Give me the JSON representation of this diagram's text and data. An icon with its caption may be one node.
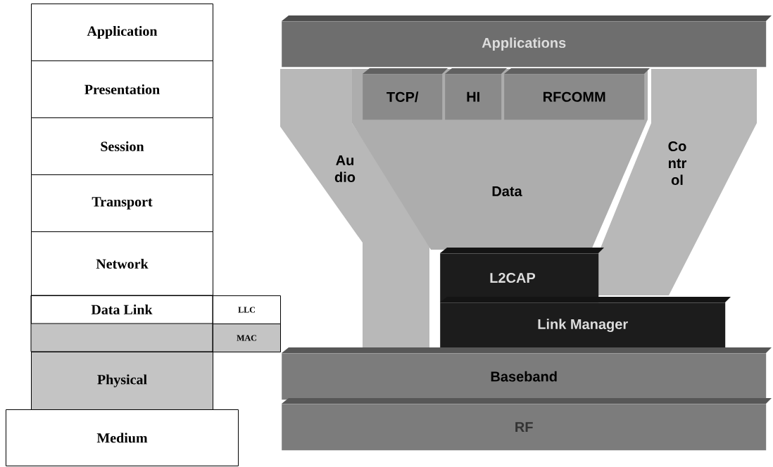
{
  "diagram": {
    "nodes": [
      {
        "text": [
          "Application"
        ]
      },
      {
        "text": [
          "Presentation"
        ]
      },
      {
        "text": [
          "Session"
        ]
      },
      {
        "text": [
          "Transport"
        ]
      },
      {
        "text": [
          "Network"
        ]
      },
      {
        "text": [
          "Data Link"
        ]
      },
      {
        "text": [
          "LLC"
        ]
      },
      {
        "text": [
          "MAC"
        ]
      },
      {
        "text": [
          "Physical"
        ]
      },
      {
        "text": [
          "Medium"
        ]
      },
      {
        "text": [
          "Applications"
        ]
      },
      {
        "text": [
          "TCP/"
        ],
        "in": 15
      },
      {
        "text": [
          "HI"
        ],
        "in": 15
      },
      {
        "text": [
          "RFCOMM"
        ],
        "in": 15
      },
      {
        "text": [
          "Au dio"
        ]
      },
      {
        "text": [
          "Data"
        ]
      },
      {
        "text": [
          "Co ntr ol"
        ]
      },
      {
        "text": [
          "L2CAP"
        ]
      },
      {
        "text": [
          "Link Manager"
        ]
      },
      {
        "text": [
          "Baseband"
        ]
      },
      {
        "text": [
          "RF"
        ]
      }
    ]
  }
}
